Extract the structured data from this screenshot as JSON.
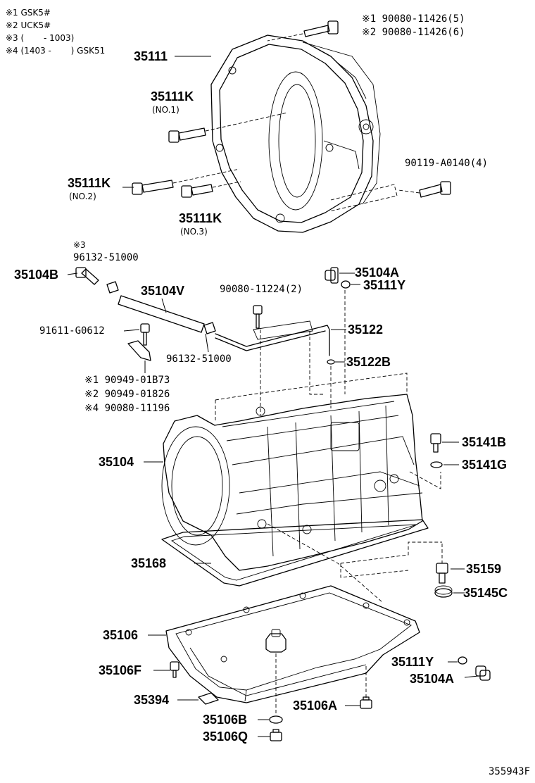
{
  "notes": [
    "※1 GSK5#",
    "※2 UCK5#",
    "※3 (　　 - 1003)",
    "※4 (1403 -　　 ) GSK51"
  ],
  "labels": {
    "bolt_top_1": "※1 90080-11426(5)",
    "bolt_top_2": "※2 90080-11426(6)",
    "housing": "35111",
    "bolt_k1": "35111K",
    "bolt_k1_sub": "(NO.1)",
    "bolt_k2": "35111K",
    "bolt_k2_sub": "(NO.2)",
    "bolt_k3": "35111K",
    "bolt_k3_sub": "(NO.3)",
    "bolt_side": "90119-A0140(4)",
    "note3": "※3",
    "clamp_top": "96132-51000",
    "union_b": "35104B",
    "hose": "35104V",
    "plug_a_top": "35104A",
    "gasket_y_top": "35111Y",
    "bolt_mid": "90080-11224(2)",
    "bolt_91611": "91611-G0612",
    "tube": "35122",
    "clamp_bottom": "96132-51000",
    "oring_122b": "35122B",
    "bolt_alt_1": "※1 90949-01B73",
    "bolt_alt_2": "※2 90949-01826",
    "bolt_alt_4": "※4 90080-11196",
    "transmission_case": "35104",
    "bolt_141b": "35141B",
    "gasket_141g": "35141G",
    "pan_gasket": "35168",
    "plug_159": "35159",
    "seal_145c": "35145C",
    "oil_pan": "35106",
    "gasket_y_bottom": "35111Y",
    "plug_a_bottom": "35104A",
    "bolt_106f": "35106F",
    "magnet": "35394",
    "plug_106a": "35106A",
    "gasket_106b": "35106B",
    "plug_106q": "35106Q",
    "drawing_no": "355943F"
  }
}
